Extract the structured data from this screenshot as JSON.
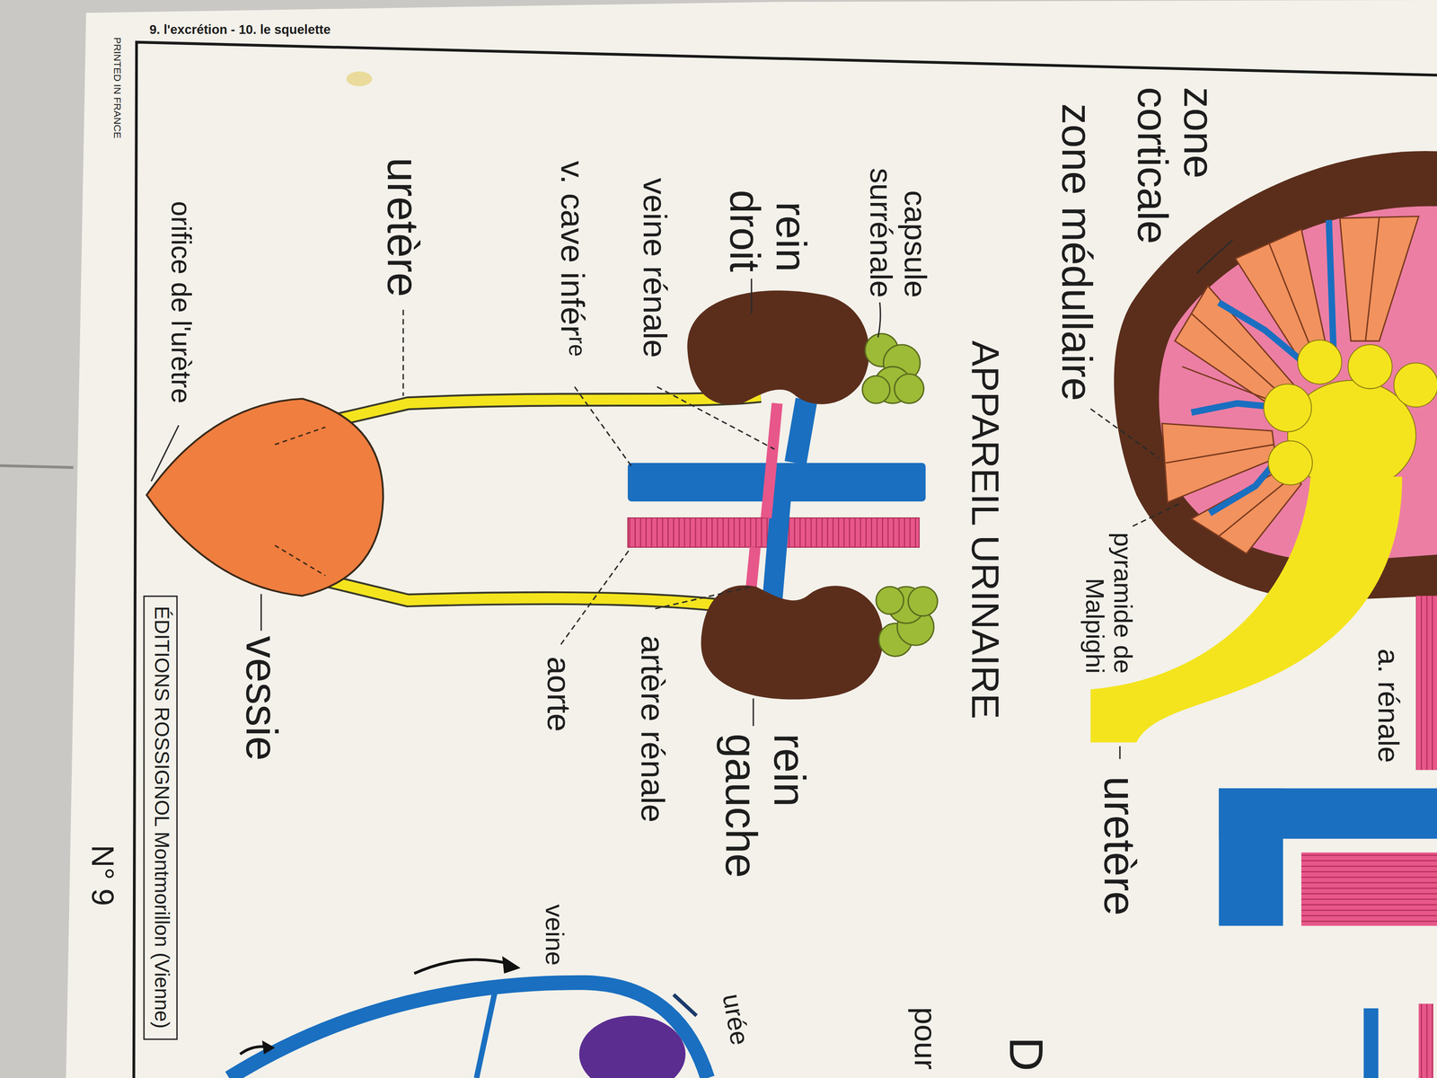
{
  "diagram": {
    "title": "APPAREIL URINAIRE",
    "nodes": [
      {
        "text": [
          "ÉDITIONS ROSSIGNOL Montmorillon (Vienne)"
        ]
      }
    ],
    "labels": [
      "9. l'excrétion - 10. le squelette",
      "PRINTED IN FRANCE",
      "zone corticale",
      "zone médullaire",
      "pyramide de Malpighi",
      "a. rénale",
      "uretère",
      "capsule surrénale",
      "rein droit",
      "veine rénale",
      "v. cave inférʳᵉ",
      "uretère",
      "orifice de l'urètre",
      "vessie",
      "artère rénale",
      "aorte",
      "rein gauche",
      "N° 9",
      "veine",
      "urée",
      "pour",
      "D"
    ]
  }
}
